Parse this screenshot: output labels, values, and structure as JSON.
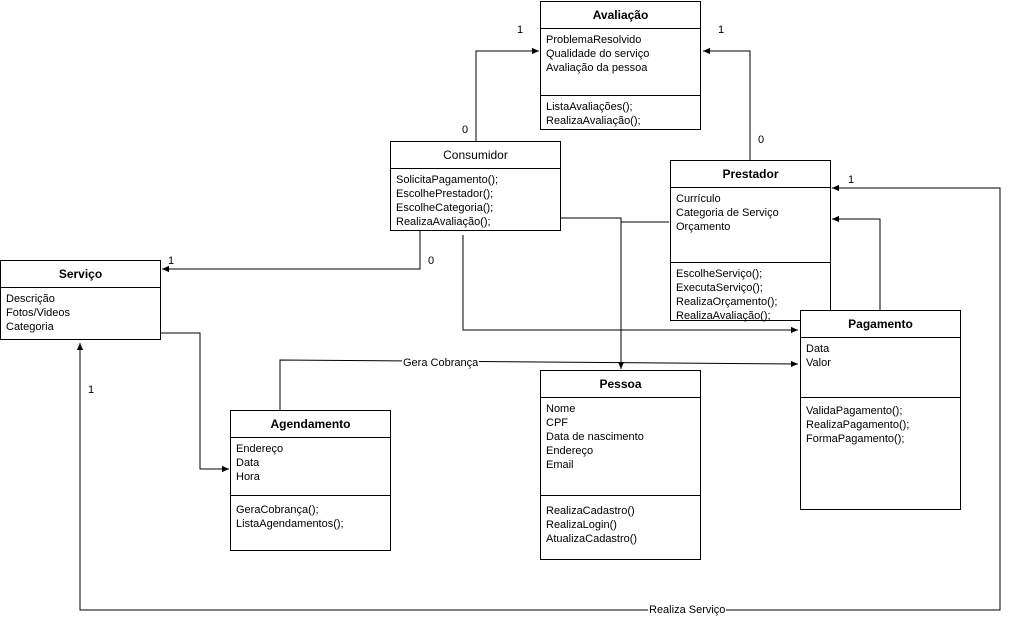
{
  "classes": {
    "avaliacao": {
      "name": "Avaliação",
      "attributes": [
        "ProblemaResolvido",
        "Qualidade do serviço",
        "Avaliação da pessoa"
      ],
      "methods": [
        "ListaAvaliações();",
        "RealizaAvaliação();"
      ]
    },
    "consumidor": {
      "name": "Consumidor",
      "attributes": [],
      "methods": [
        "SolicitaPagamento();",
        "EscolhePrestador();",
        "EscolheCategoria();",
        "RealizaAvaliação();"
      ]
    },
    "prestador": {
      "name": "Prestador",
      "attributes": [
        "Currículo",
        "Categoria de Serviço",
        "Orçamento"
      ],
      "methods": [
        "EscolheServiço();",
        "ExecutaServiço();",
        "RealizaOrçamento();",
        "RealizaAvaliação();"
      ]
    },
    "servico": {
      "name": "Serviço",
      "attributes": [
        "Descrição",
        "Fotos/Videos",
        "Categoria"
      ],
      "methods": []
    },
    "pagamento": {
      "name": "Pagamento",
      "attributes": [
        "Data",
        "Valor"
      ],
      "methods": [
        "ValidaPagamento();",
        "RealizaPagamento();",
        "FormaPagamento();"
      ]
    },
    "pessoa": {
      "name": "Pessoa",
      "attributes": [
        "Nome",
        "CPF",
        "Data de nascimento",
        "Endereço",
        "Email"
      ],
      "methods": [
        "RealizaCadastro()",
        "RealizaLogin()",
        "AtualizaCadastro()"
      ]
    },
    "agendamento": {
      "name": "Agendamento",
      "attributes": [
        "Endereço",
        "Data",
        "Hora"
      ],
      "methods": [
        "GeraCobrança();",
        "ListaAgendamentos();"
      ]
    }
  },
  "edge_labels": {
    "gera_cobranca": "Gera Cobrança",
    "realiza_servico": "Realiza Serviço"
  },
  "multiplicities": {
    "consumidor_avaliacao_src": "0",
    "consumidor_avaliacao_dst": "1",
    "prestador_avaliacao_src": "0",
    "prestador_avaliacao_dst": "1",
    "consumidor_servico_src": "0",
    "consumidor_servico_dst": "1",
    "realiza_servico_dst_prestador": "1",
    "realiza_servico_dst_servico": "1"
  }
}
